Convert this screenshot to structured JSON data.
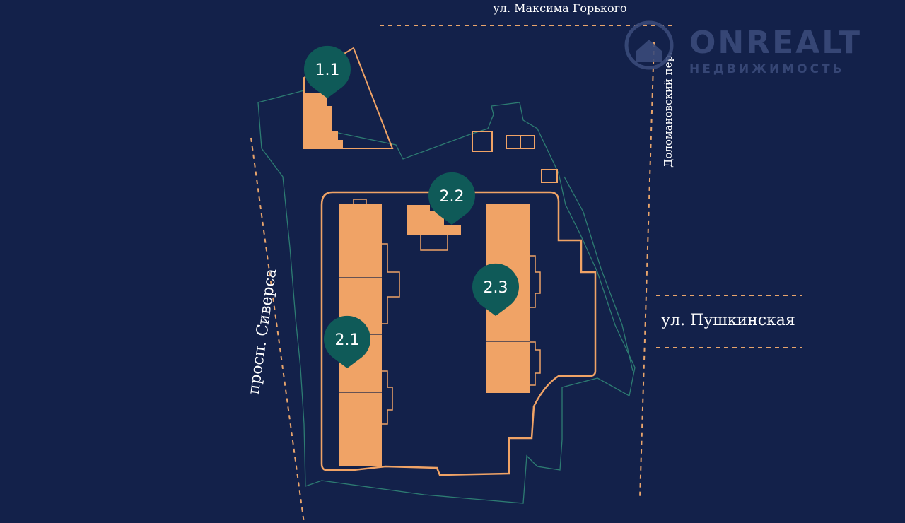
{
  "colors": {
    "background": "#13214a",
    "building": "#f0a366",
    "outline": "#f0a366",
    "boundary": "#2d7c72",
    "marker": "#0f5a58",
    "street_line": "#e9a56c",
    "text": "#ffffff",
    "logo": "#3a4b7a"
  },
  "streets": {
    "top": "ул. Максима Горького",
    "right_vertical": "Доломановский пер.",
    "right": "ул. Пушкинская",
    "left": "просп. Сиверса"
  },
  "markers": [
    {
      "id": "1.1",
      "label": "1.1"
    },
    {
      "id": "2.1",
      "label": "2.1"
    },
    {
      "id": "2.2",
      "label": "2.2"
    },
    {
      "id": "2.3",
      "label": "2.3"
    }
  ],
  "logo": {
    "title": "ONREALT",
    "subtitle": "НЕДВИЖИМОСТЬ",
    "icon": "house-icon"
  }
}
